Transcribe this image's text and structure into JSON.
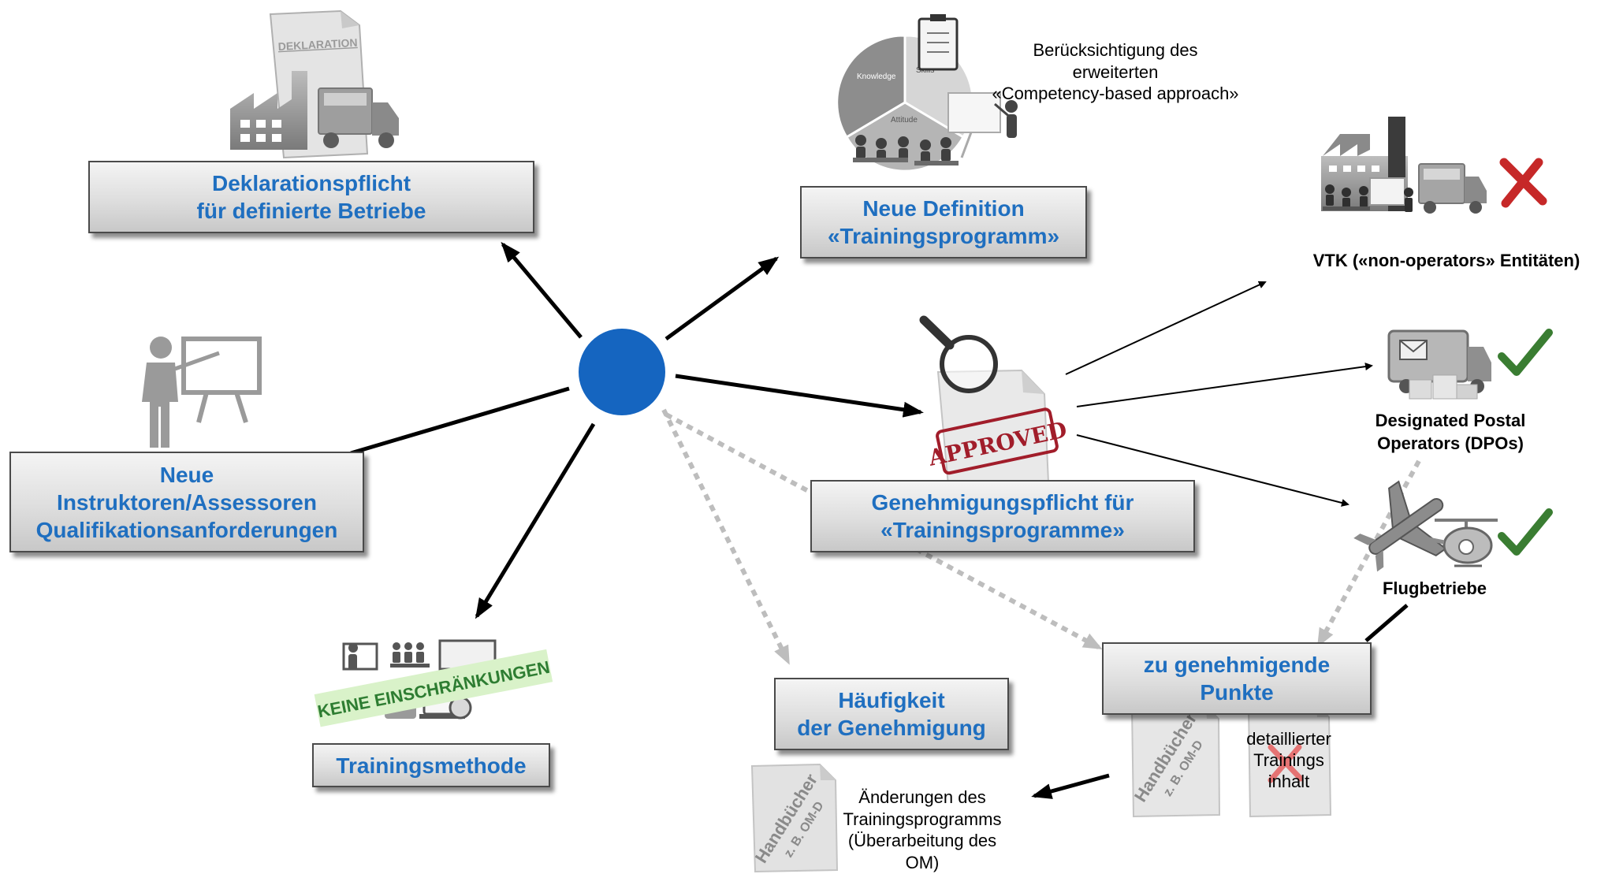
{
  "nodes": {
    "deklaration": {
      "line1": "Deklarationspflicht",
      "line2": "für definierte Betriebe"
    },
    "neue_definition": {
      "line1": "Neue Definition",
      "line2": "«Trainingsprogramm»"
    },
    "instruktoren": {
      "line1": "Neue",
      "line2": "Instruktoren/Assessoren",
      "line3": "Qualifikationsanforderungen"
    },
    "genehmigungspflicht": {
      "line1": "Genehmigungspflicht für",
      "line2": "«Trainingsprogramme»"
    },
    "trainingsmethode": {
      "line1": "Trainingsmethode"
    },
    "haeufigkeit": {
      "line1": "Häufigkeit",
      "line2": "der Genehmigung"
    },
    "zu_genehmigende": {
      "line1": "zu genehmigende",
      "line2": "Punkte"
    }
  },
  "labels": {
    "competency_line1": "Berücksichtigung des erweiterten",
    "competency_line2": "«Competency-based approach»",
    "vtk": "VTK («non-operators» Entitäten)",
    "dpo_line1": "Designated Postal",
    "dpo_line2": "Operators (DPOs)",
    "flugbetriebe": "Flugbetriebe",
    "aenderungen_line1": "Änderungen des",
    "aenderungen_line2": "Trainingsprogramms",
    "aenderungen_line3": "(Überarbeitung des",
    "aenderungen_line4": "OM)",
    "detail_line1": "detaillierter",
    "detail_line2": "Trainings",
    "detail_line3": "inhalt",
    "handbuecher": "Handbücher",
    "om_d": "z. B. OM-D",
    "keine": "KEINE EINSCHRÄNKUNGEN",
    "deklaration_doc": "DEKLARATION",
    "approved": "APPROVED",
    "pie_knowledge": "Knowledge",
    "pie_skills": "Skills",
    "pie_attitude": "Attitude"
  },
  "status": {
    "vtk": "cross",
    "dpo": "check",
    "flugbetriebe": "check"
  },
  "colors": {
    "hub": "#1565c0",
    "box_text": "#1f6fc0",
    "check": "#3a7d32",
    "cross": "#c62828",
    "keine_text": "#2e7d32",
    "keine_band": "#d9f2c9",
    "approved": "#a11d2a",
    "dotted_arrow": "#bdbdbd"
  }
}
